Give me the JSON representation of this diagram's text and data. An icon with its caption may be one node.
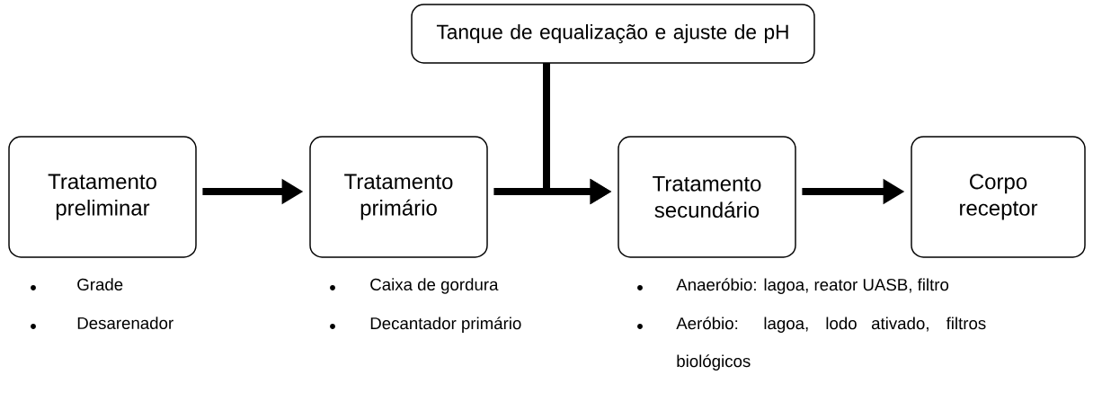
{
  "diagram": {
    "nodes": [
      {
        "text": [
          "Tanque de equalização e ajuste de pH"
        ]
      },
      {
        "text": [
          "Tratamento preliminar"
        ],
        "beside": [
          "Grade",
          "Desarenador"
        ]
      },
      {
        "text": [
          "Tratamento primário"
        ],
        "beside": [
          "Caixa de gordura",
          "Decantador primário"
        ]
      },
      {
        "text": [
          "Tratamento secundário"
        ],
        "beside": [
          "Anaeróbio: lagoa, reator UASB, filtro",
          "Aeróbio: lagoa, lodo ativado, filtros biológicos"
        ]
      },
      {
        "text": [
          "Corpo receptor"
        ]
      }
    ],
    "edges": [
      {
        "from": 1,
        "to": 2,
        "arrow": "to"
      },
      {
        "from": 2,
        "to": 3,
        "arrow": "to"
      },
      {
        "from": 0,
        "to": 3,
        "arrow": "to"
      },
      {
        "from": 3,
        "to": 4,
        "arrow": "to"
      }
    ]
  }
}
